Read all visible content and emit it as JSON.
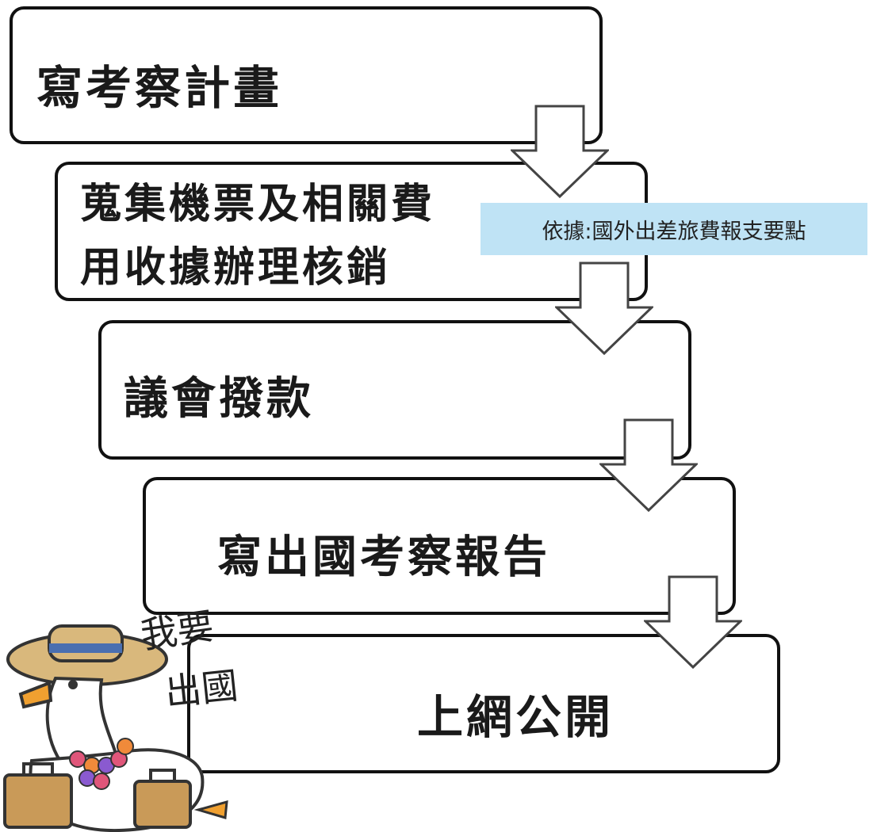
{
  "steps": [
    {
      "label": "寫考察計畫"
    },
    {
      "line1": "蒐集機票及相關費",
      "line2": "用收據辦理核銷"
    },
    {
      "label": "議會撥款"
    },
    {
      "label": "寫出國考察報告"
    },
    {
      "label": "上網公開"
    }
  ],
  "note": "依據:國外出差旅費報支要點",
  "mascot": {
    "caption": "我要出國",
    "icon": "goose-mascot-icon"
  },
  "colors": {
    "note_bg": "#bfe3f5",
    "border": "#111111"
  }
}
